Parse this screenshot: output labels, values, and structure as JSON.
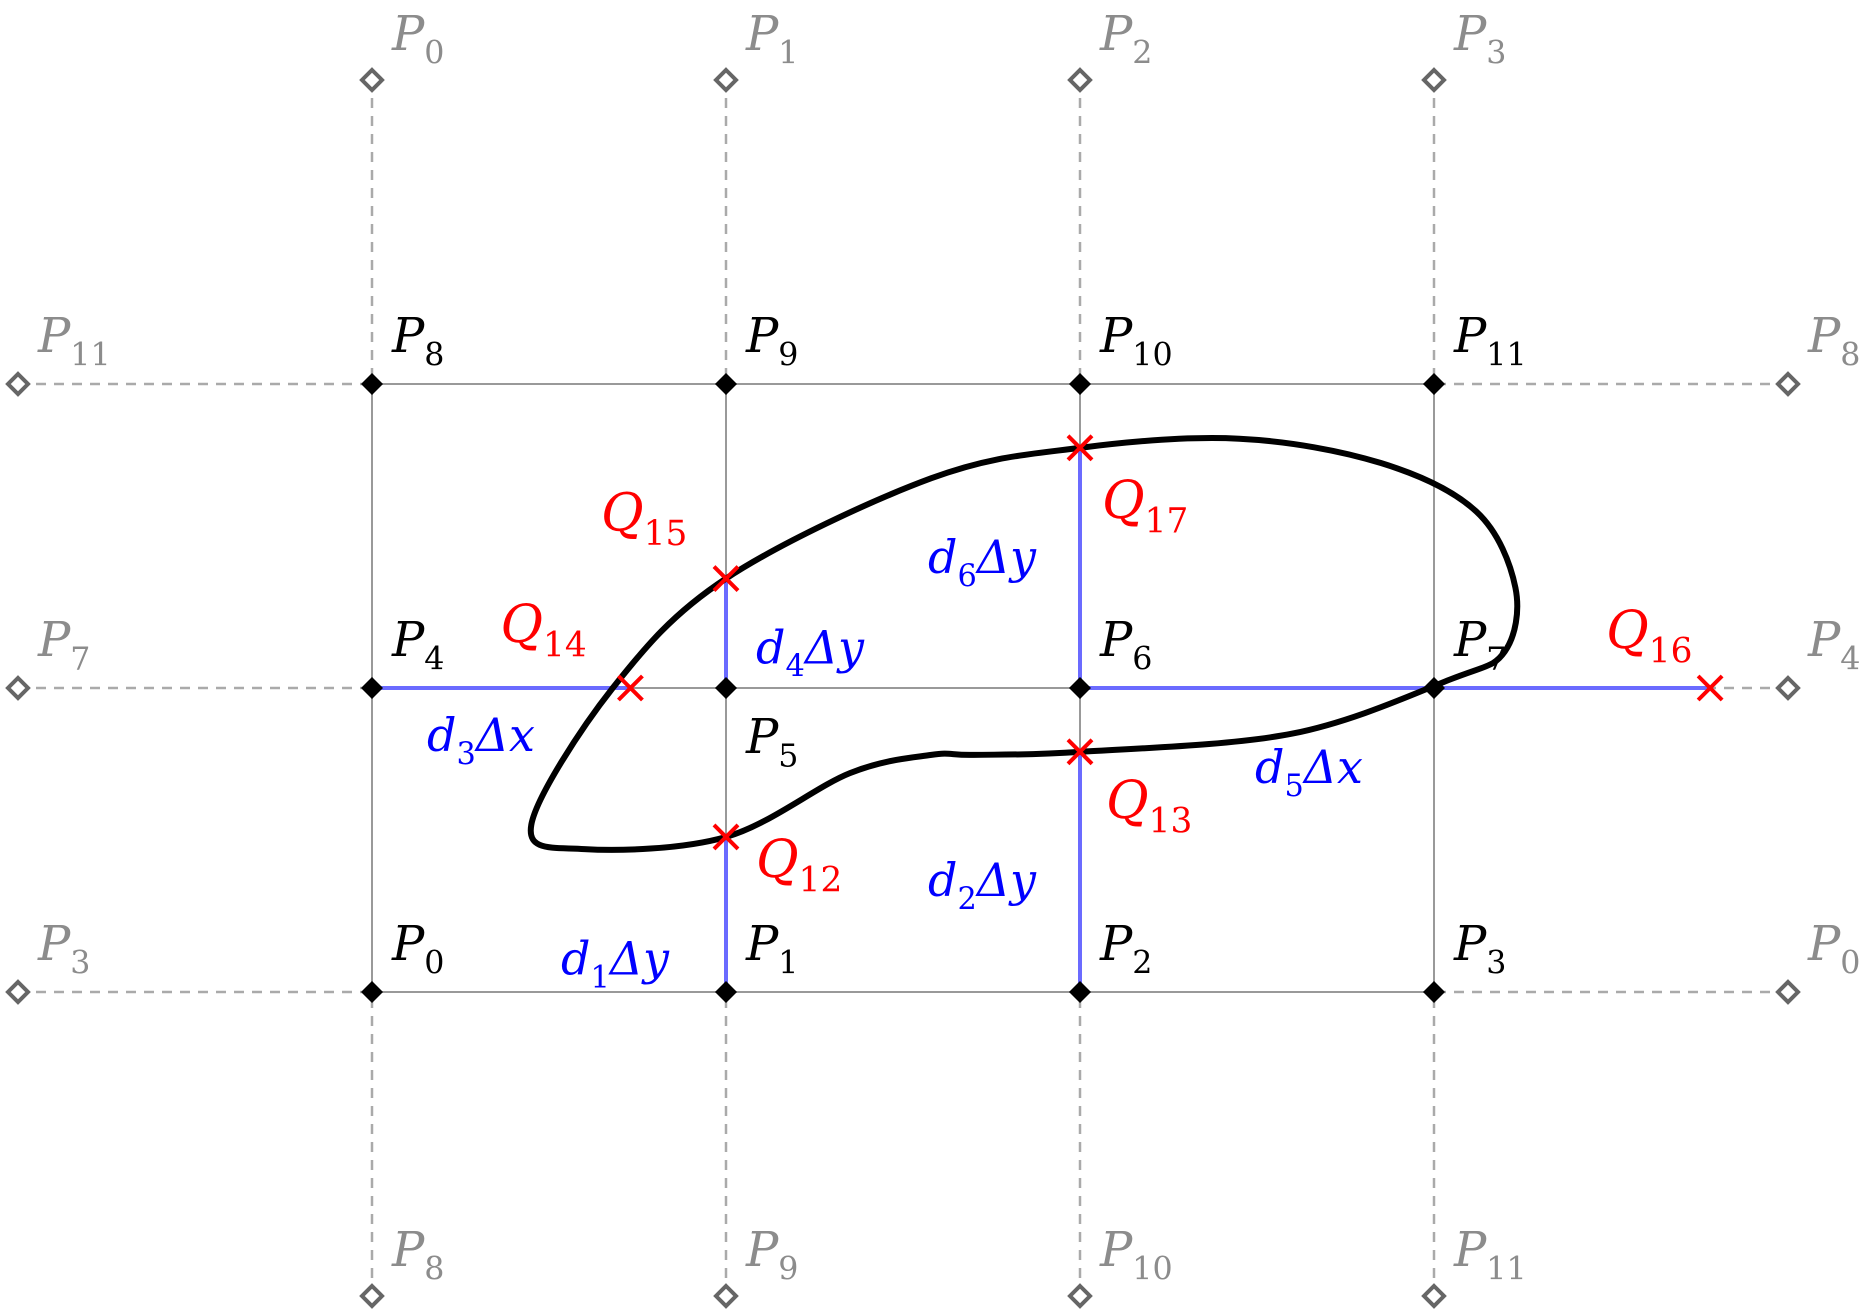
{
  "colors": {
    "grid": "#999999",
    "dashed": "#aaaaaa",
    "node": "#000000",
    "ghost_node": "#666666",
    "ghost_label": "#8c8c8c",
    "curve": "#000000",
    "intersection": "#ff0000",
    "distance": "#0000ff",
    "distance_segment": "#6b6bff"
  },
  "icons": {
    "inner_node": "filled-diamond-icon",
    "ghost_node": "hollow-diamond-icon",
    "intersection": "red-cross-icon"
  },
  "nodes": [
    {
      "id": "P0",
      "base": "P",
      "sub": "0",
      "col": 0,
      "row": 0
    },
    {
      "id": "P1",
      "base": "P",
      "sub": "1",
      "col": 1,
      "row": 0
    },
    {
      "id": "P2",
      "base": "P",
      "sub": "2",
      "col": 2,
      "row": 0
    },
    {
      "id": "P3",
      "base": "P",
      "sub": "3",
      "col": 3,
      "row": 0
    },
    {
      "id": "P4",
      "base": "P",
      "sub": "4",
      "col": 0,
      "row": 1
    },
    {
      "id": "P5",
      "base": "P",
      "sub": "5",
      "col": 1,
      "row": 1
    },
    {
      "id": "P6",
      "base": "P",
      "sub": "6",
      "col": 2,
      "row": 1
    },
    {
      "id": "P7",
      "base": "P",
      "sub": "7",
      "col": 3,
      "row": 1
    },
    {
      "id": "P8",
      "base": "P",
      "sub": "8",
      "col": 0,
      "row": 2
    },
    {
      "id": "P9",
      "base": "P",
      "sub": "9",
      "col": 1,
      "row": 2
    },
    {
      "id": "P10",
      "base": "P",
      "sub": "10",
      "col": 2,
      "row": 2
    },
    {
      "id": "P11",
      "base": "P",
      "sub": "11",
      "col": 3,
      "row": 2
    }
  ],
  "ghost_nodes": [
    {
      "base": "P",
      "sub": "0",
      "col": 0,
      "row": 3
    },
    {
      "base": "P",
      "sub": "1",
      "col": 1,
      "row": 3
    },
    {
      "base": "P",
      "sub": "2",
      "col": 2,
      "row": 3
    },
    {
      "base": "P",
      "sub": "3",
      "col": 3,
      "row": 3
    },
    {
      "base": "P",
      "sub": "8",
      "col": 0,
      "row": -1
    },
    {
      "base": "P",
      "sub": "9",
      "col": 1,
      "row": -1
    },
    {
      "base": "P",
      "sub": "10",
      "col": 2,
      "row": -1
    },
    {
      "base": "P",
      "sub": "11",
      "col": 3,
      "row": -1
    },
    {
      "base": "P",
      "sub": "11",
      "col": -1,
      "row": 2
    },
    {
      "base": "P",
      "sub": "7",
      "col": -1,
      "row": 1
    },
    {
      "base": "P",
      "sub": "3",
      "col": -1,
      "row": 0
    },
    {
      "base": "P",
      "sub": "8",
      "col": 4,
      "row": 2
    },
    {
      "base": "P",
      "sub": "4",
      "col": 4,
      "row": 1
    },
    {
      "base": "P",
      "sub": "0",
      "col": 4,
      "row": 0
    }
  ],
  "intersections": [
    {
      "base": "Q",
      "sub": "12",
      "col": 1,
      "row": 0.51
    },
    {
      "base": "Q",
      "sub": "13",
      "col": 2,
      "row": 0.79
    },
    {
      "base": "Q",
      "sub": "14",
      "col": 0.73,
      "row": 1
    },
    {
      "base": "Q",
      "sub": "15",
      "col": 1,
      "row": 1.36
    },
    {
      "base": "Q",
      "sub": "16",
      "col": 3.78,
      "row": 1
    },
    {
      "base": "Q",
      "sub": "17",
      "col": 2,
      "row": 1.79
    }
  ],
  "distances": [
    {
      "base": "d",
      "sub": "1",
      "tail": "Δy",
      "from": "P1",
      "to": "Q12"
    },
    {
      "base": "d",
      "sub": "2",
      "tail": "Δy",
      "from": "P2",
      "to": "Q13"
    },
    {
      "base": "d",
      "sub": "3",
      "tail": "Δx",
      "from": "P4",
      "to": "Q14"
    },
    {
      "base": "d",
      "sub": "4",
      "tail": "Δy",
      "from": "P5",
      "to": "Q15"
    },
    {
      "base": "d",
      "sub": "5",
      "tail": "Δx",
      "from": "P6",
      "to": "Q16"
    },
    {
      "base": "d",
      "sub": "6",
      "tail": "Δy",
      "from": "P6",
      "to": "Q17"
    }
  ],
  "curve": {
    "points": [
      [
        1,
        0.51
      ],
      [
        0.6,
        0.47
      ],
      [
        0.45,
        0.55
      ],
      [
        0.68,
        1.0
      ],
      [
        1,
        1.36
      ],
      [
        1.58,
        1.69
      ],
      [
        2.0,
        1.79
      ],
      [
        2.45,
        1.82
      ],
      [
        2.85,
        1.74
      ],
      [
        3.12,
        1.58
      ],
      [
        3.23,
        1.33
      ],
      [
        3.2,
        1.12
      ],
      [
        3.05,
        1.03
      ],
      [
        2.6,
        0.85
      ],
      [
        2.0,
        0.79
      ],
      [
        1.7,
        0.78
      ],
      [
        1.58,
        0.78
      ],
      [
        1.35,
        0.72
      ],
      [
        1.0,
        0.51
      ]
    ]
  }
}
